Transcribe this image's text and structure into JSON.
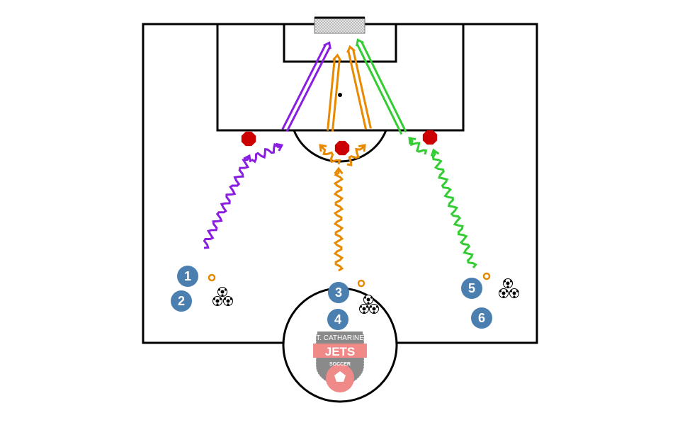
{
  "title": "Soccer finishing drill diagram",
  "players": [
    {
      "label": "1"
    },
    {
      "label": "2"
    },
    {
      "label": "3"
    },
    {
      "label": "4"
    },
    {
      "label": "5"
    },
    {
      "label": "6"
    }
  ],
  "logo": {
    "top": "ST. CATHARINES",
    "middle": "JETS",
    "bottom": "SOCCER"
  },
  "colors": {
    "player": "#4a7fb0",
    "purple": "#8a1ee0",
    "orange": "#e88a00",
    "green": "#33cc33",
    "cone": "#cc0000",
    "logo_red": "#f08a88",
    "logo_grey": "#8a8a8a"
  }
}
